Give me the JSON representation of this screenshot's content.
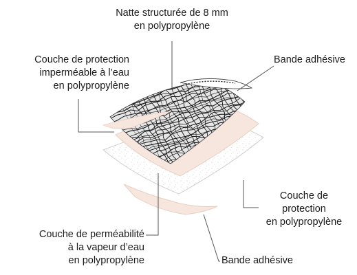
{
  "labels": {
    "natte": {
      "lines": [
        "Natte structurée de 8 mm",
        "en polypropylène"
      ]
    },
    "couche_impermeable": {
      "lines": [
        "Couche de protection",
        "imperméable à l’eau",
        "en polypropylène"
      ]
    },
    "bande_adhesive_top": {
      "lines": [
        "Bande adhésive"
      ]
    },
    "couche_protection": {
      "lines": [
        "Couche de",
        "protection",
        "en polypropylène"
      ]
    },
    "couche_permeabilite": {
      "lines": [
        "Couche de perméabilité",
        "à la vapeur d’eau",
        "en polypropylène"
      ]
    },
    "bande_adhesive_bottom": {
      "lines": [
        "Bande adhésive"
      ]
    }
  },
  "colors": {
    "ink": "#1a1a1a",
    "layer_fill": "#f6e6dd",
    "layer_edge": "#e9cfc2",
    "leader": "#555555",
    "speckle": "#b9b9b9"
  }
}
